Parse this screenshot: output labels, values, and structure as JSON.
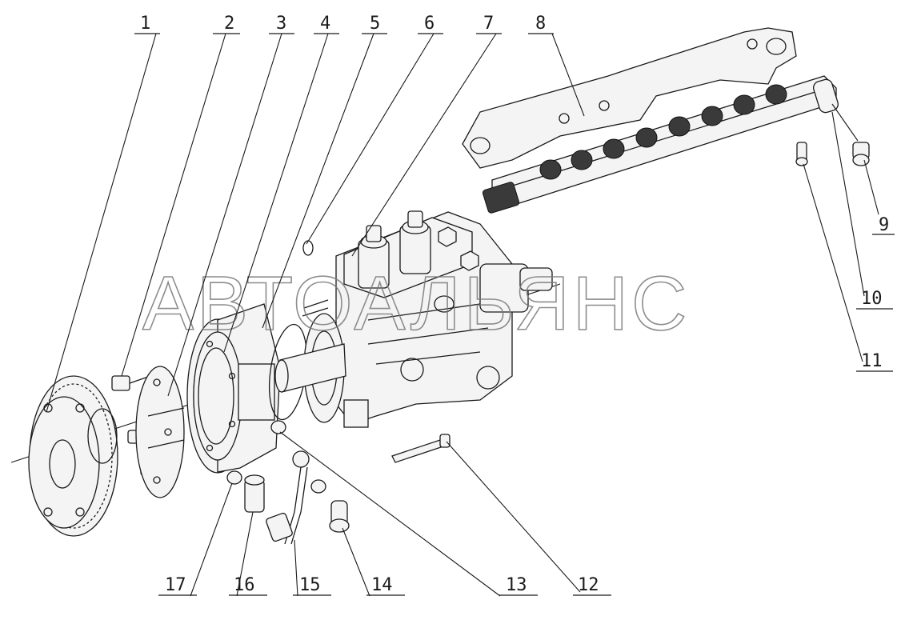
{
  "watermark": "АВТОАЛЬЯНС",
  "callouts": [
    {
      "id": "1",
      "label": "1"
    },
    {
      "id": "2",
      "label": "2"
    },
    {
      "id": "3",
      "label": "3"
    },
    {
      "id": "4",
      "label": "4"
    },
    {
      "id": "5",
      "label": "5"
    },
    {
      "id": "6",
      "label": "6"
    },
    {
      "id": "7",
      "label": "7"
    },
    {
      "id": "8",
      "label": "8"
    },
    {
      "id": "9",
      "label": "9"
    },
    {
      "id": "10",
      "label": "10"
    },
    {
      "id": "11",
      "label": "11"
    },
    {
      "id": "12",
      "label": "12"
    },
    {
      "id": "13",
      "label": "13"
    },
    {
      "id": "14",
      "label": "14"
    },
    {
      "id": "15",
      "label": "15"
    },
    {
      "id": "16",
      "label": "16"
    },
    {
      "id": "17",
      "label": "17"
    }
  ]
}
